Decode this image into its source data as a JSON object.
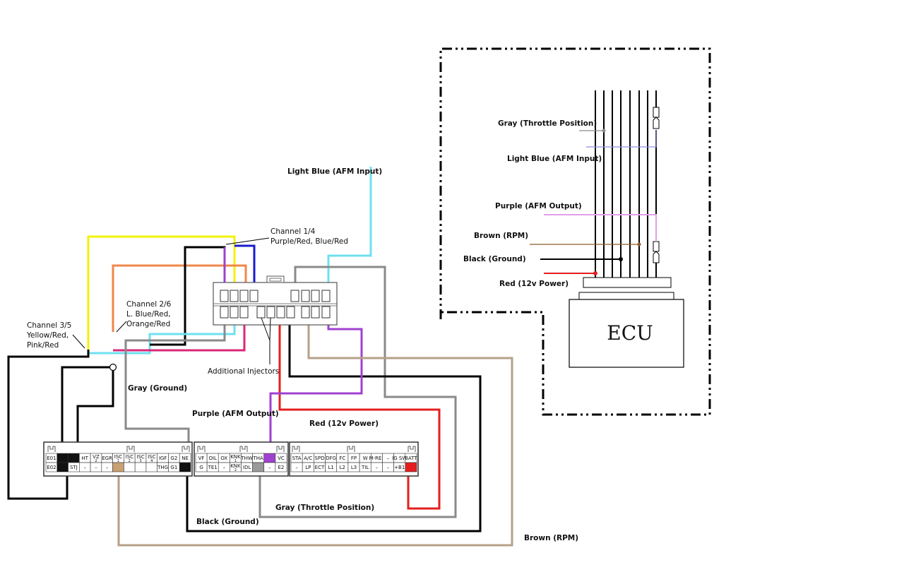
{
  "labels": {
    "light_blue_afm_input": "Light Blue (AFM Input)",
    "channel_14_title": "Channel 1/4",
    "channel_14_colors": "Purple/Red, Blue/Red",
    "channel_26_title": "Channel 2/6",
    "channel_26_line1": "L. Blue/Red,",
    "channel_26_line2": "Orange/Red",
    "channel_35_title": "Channel 3/5",
    "channel_35_line1": "Yellow/Red,",
    "channel_35_line2": "Pink/Red",
    "gray_ground": "Gray (Ground)",
    "additional_injectors": "Additional Injectors",
    "purple_afm_output": "Purple (AFM Output)",
    "red_12v_power": "Red (12v Power)",
    "gray_throttle_position": "Gray (Throttle Position)",
    "black_ground": "Black (Ground)",
    "brown_rpm": "Brown (RPM)"
  },
  "ecu_inset": {
    "ecu_label": "ECU",
    "gray_throttle_position": "Gray (Throttle Position)",
    "light_blue_afm_input": "Light Blue (AFM Input)",
    "purple_afm_output": "Purple (AFM Output)",
    "brown_rpm": "Brown (RPM)",
    "black_ground": "Black (Ground)",
    "red_12v_power": "Red (12v Power)"
  },
  "connector_pins": {
    "sec1_top": [
      "E01",
      "",
      "",
      "HT",
      "VZ",
      "EGR",
      "ISC",
      "ISC",
      "ISC",
      "ISC",
      "IGF",
      "G2",
      "NE"
    ],
    "sec1_top_sub": [
      "",
      "",
      "",
      "",
      "2",
      "",
      "1",
      "2",
      "3",
      "4",
      "",
      "",
      ""
    ],
    "sec1_bot": [
      "E02",
      "",
      "STJ",
      "–",
      "–",
      "–",
      "",
      "",
      "",
      "",
      "THG",
      "G1",
      ""
    ],
    "sec2_top": [
      "VF",
      "OIL",
      "OX",
      "KNK",
      "THW",
      "THA",
      "",
      "VC"
    ],
    "sec2_top_sub": [
      "",
      "",
      "",
      "1",
      "",
      "",
      "",
      ""
    ],
    "sec2_bot": [
      "G",
      "TE1",
      "–",
      "KNK",
      "IDL",
      "",
      "–",
      "E2"
    ],
    "sec2_bot_sub": [
      "",
      "",
      "",
      "2",
      "",
      "",
      "",
      ""
    ],
    "sec3_top": [
      "STA",
      "A/C",
      "SPD",
      "DFG",
      "FC",
      "FP",
      "W",
      "M-REL",
      "–",
      "IG SW",
      "BATT"
    ],
    "sec3_bot": [
      "–",
      "LP",
      "ECT",
      "L1",
      "L2",
      "L3",
      "TIL",
      "–",
      "–",
      "+B1",
      ""
    ]
  },
  "colors": {
    "yellow": "#f2f20a",
    "orange": "#f0874a",
    "purple": "#a040d0",
    "blue": "#1a1acc",
    "light_blue": "#6ee0f0",
    "pink": "#d8287a",
    "gray": "#8a8a8a",
    "black": "#000000",
    "red": "#e41e1e",
    "brown": "#b5a088",
    "inset_purple": "#e0a0e8",
    "inset_light_blue": "#9090e0",
    "inset_brown": "#8b5a2b"
  }
}
